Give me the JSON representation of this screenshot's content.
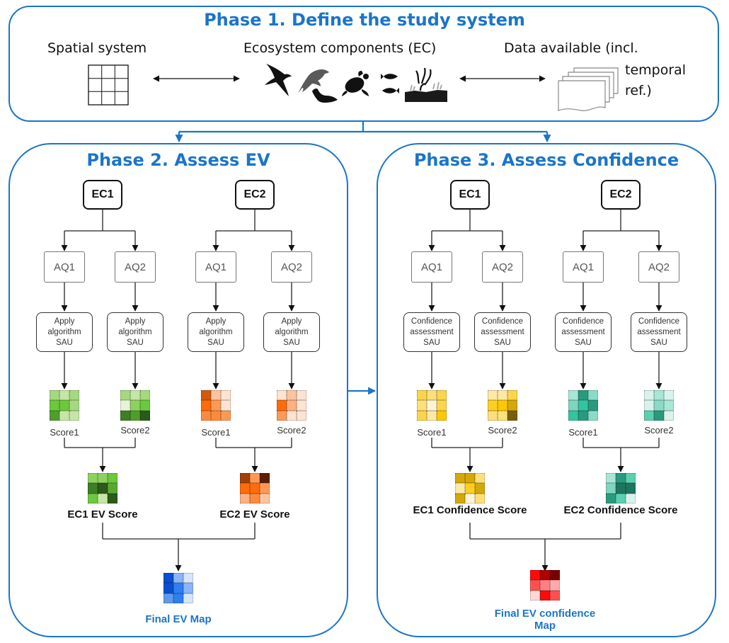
{
  "phase1": {
    "title": "Phase 1. Define the study system",
    "spatial_label": "Spatial system",
    "ec_label": "Ecosystem components (EC)",
    "data_label_line1": "Data available (incl.",
    "data_label_line2": "temporal",
    "data_label_line3": "ref.)",
    "icons": [
      "grid-icon",
      "seabird-icon",
      "dolphin-icon",
      "seal-icon",
      "turtle-icon",
      "fish-icon",
      "kelp-habitat-icon",
      "documents-stack-icon"
    ]
  },
  "phase2": {
    "title": "Phase 2. Assess EV",
    "components": [
      {
        "ec": "EC1",
        "questions": [
          {
            "aq": "AQ1",
            "process": [
              "Apply",
              "algorithm",
              "SAU"
            ],
            "score": "Score1",
            "grid": [
              "#a6d97f",
              "#c5e6a6",
              "#a6d97f",
              "#6cc83c",
              "#6cc83c",
              "#a6d97f",
              "#4f9e2c",
              "#c5e6a6",
              "#c5e6a6"
            ]
          },
          {
            "aq": "AQ2",
            "process": [
              "Apply",
              "algorithm",
              "SAU"
            ],
            "score": "Score2",
            "grid": [
              "#a6d97f",
              "#c5e6a6",
              "#a6d97f",
              "#e6f3d9",
              "#8ed160",
              "#6cc83c",
              "#3f7e24",
              "#4f9e2c",
              "#2b5a19"
            ]
          }
        ],
        "result_label": "EC1 EV Score",
        "result_grid": [
          "#8ed160",
          "#8ed160",
          "#6cc83c",
          "#3f7e24",
          "#2b5a19",
          "#5aa832",
          "#6cc83c",
          "#c5e6a6",
          "#2b5a19"
        ]
      },
      {
        "ec": "EC2",
        "questions": [
          {
            "aq": "AQ1",
            "process": [
              "Apply",
              "algorithm",
              "SAU"
            ],
            "score": "Score1",
            "grid": [
              "#d4590f",
              "#fcc49e",
              "#fde3d2",
              "#ff6b0a",
              "#fd9955",
              "#fde3d2",
              "#fd8a3c",
              "#fd8a3c",
              "#fd9955"
            ]
          },
          {
            "aq": "AQ2",
            "process": [
              "Apply",
              "algorithm",
              "SAU"
            ],
            "score": "Score2",
            "grid": [
              "#fde3d2",
              "#fcc49e",
              "#fde3d2",
              "#ff6b0a",
              "#fdb082",
              "#fde3d2",
              "#fd9955",
              "#fde3d2",
              "#fde3d2"
            ]
          }
        ],
        "result_label": "EC2 EV Score",
        "result_grid": [
          "#a3400a",
          "#fd9955",
          "#5c1f05",
          "#ff6b0a",
          "#ff6b0a",
          "#fd9955",
          "#fdb082",
          "#fd8a3c",
          "#fcc49e"
        ]
      }
    ],
    "final_label": "Final EV Map",
    "final_grid": [
      "#0b4fd0",
      "#8bb5f5",
      "#d6e5fa",
      "#0b4fd0",
      "#2f7ff0",
      "#8bb5f5",
      "#5c9af2",
      "#2f7ff0",
      "#d6e5fa"
    ]
  },
  "phase3": {
    "title": "Phase 3. Assess Confidence",
    "components": [
      {
        "ec": "EC1",
        "questions": [
          {
            "aq": "AQ1",
            "process": [
              "Confidence",
              "assessment",
              "SAU"
            ],
            "score": "Score1",
            "grid": [
              "#fdd54a",
              "#fde07a",
              "#fdd54a",
              "#fde07a",
              "#fff4d6",
              "#fdd54a",
              "#fdd54a",
              "#fde9a6",
              "#fdc800"
            ]
          },
          {
            "aq": "AQ2",
            "process": [
              "Confidence",
              "assessment",
              "SAU"
            ],
            "score": "Score2",
            "grid": [
              "#fde9a6",
              "#fde9a6",
              "#fdd54a",
              "#fdd020",
              "#fdc800",
              "#d4a80a",
              "#fde07a",
              "#fde07a",
              "#7a5e08"
            ]
          }
        ],
        "result_label": "EC1 Confidence Score",
        "result_grid": [
          "#d4a80a",
          "#d4a80a",
          "#fde07a",
          "#fde9a6",
          "#fdd020",
          "#d4a80a",
          "#d4a80a",
          "#fff4d6",
          "#fde07a"
        ]
      },
      {
        "ec": "EC2",
        "questions": [
          {
            "aq": "AQ1",
            "process": [
              "Confidence",
              "assessment",
              "SAU"
            ],
            "score": "Score1",
            "grid": [
              "#a8e6d6",
              "#2a9a7e",
              "#8adbc6",
              "#7fd6c0",
              "#33c4a0",
              "#2a9a7e",
              "#33c4a0",
              "#2a9a7e",
              "#8adbc6"
            ]
          },
          {
            "aq": "AQ2",
            "process": [
              "Confidence",
              "assessment",
              "SAU"
            ],
            "score": "Score2",
            "grid": [
              "#d8f3ec",
              "#a8e6d6",
              "#d8f3ec",
              "#d8f3ec",
              "#8adbc6",
              "#a8e6d6",
              "#5ccfb0",
              "#2a9a7e",
              "#d8f3ec"
            ]
          }
        ],
        "result_label": "EC2 Confidence Score",
        "result_grid": [
          "#a8e6d6",
          "#2a9a7e",
          "#5ccfb0",
          "#7fd6c0",
          "#1e7560",
          "#1e7560",
          "#2a9a7e",
          "#5ccfb0",
          "#d8f3ec"
        ]
      }
    ],
    "final_label_line1": "Final EV confidence",
    "final_label_line2": "Map",
    "final_grid": [
      "#ff0a0a",
      "#b00000",
      "#7a0000",
      "#ff5050",
      "#ff8080",
      "#ffaaaa",
      "#ffd8d8",
      "#ff0a0a",
      "#ff5050"
    ]
  },
  "colors": {
    "accent": "#1b75c9"
  }
}
